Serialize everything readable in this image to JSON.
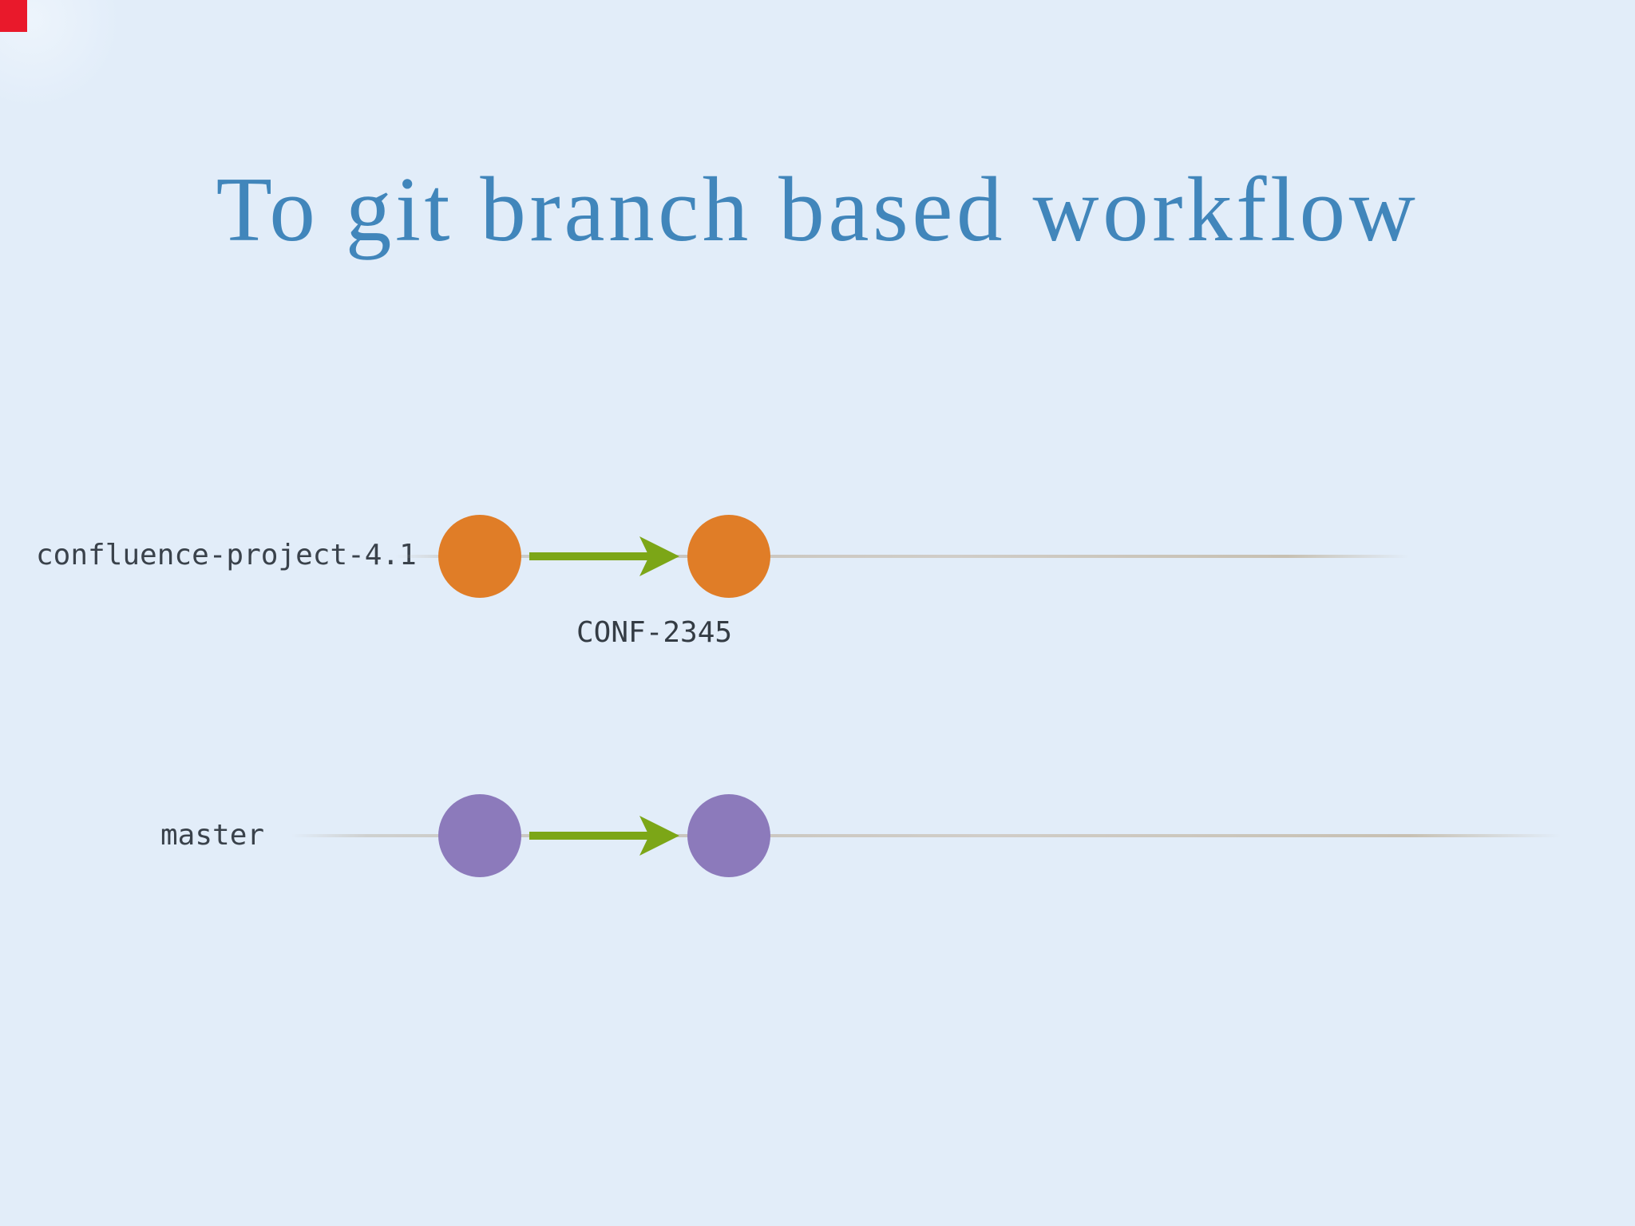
{
  "slide": {
    "title": "To git branch based workflow",
    "background_color": "#e2edf9",
    "title_color": "#4186bb",
    "corner_marker_color": "#e9192b",
    "timeline_color": "#c9c5bd",
    "arrow_color": "#7ca617"
  },
  "icons": {
    "commit_arrow": "right-arrow"
  },
  "branches": [
    {
      "name": "confluence-project-4.1",
      "commit_color": "#e07d27",
      "commit_count": 2,
      "arrow_label": "CONF-2345"
    },
    {
      "name": "master",
      "commit_color": "#8c7abb",
      "commit_count": 2,
      "arrow_label": ""
    }
  ]
}
